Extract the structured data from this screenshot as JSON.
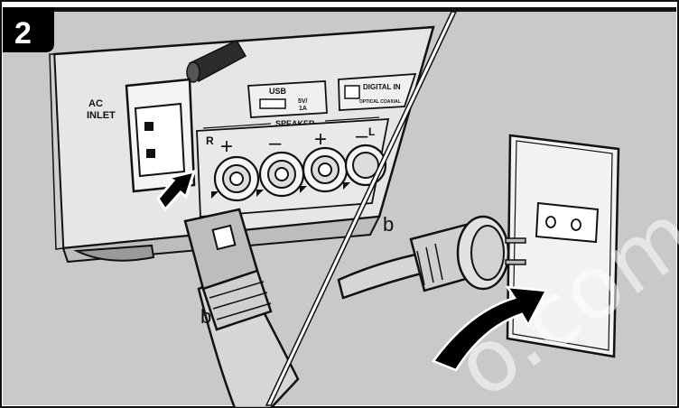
{
  "step": {
    "number": "2",
    "badge_color": "#000000",
    "badge_text_color": "#ffffff"
  },
  "device_panel": {
    "ac_inlet_label_line1": "AC",
    "ac_inlet_label_line2": "INLET",
    "usb_label": "USB",
    "usb_rating_line1": "5V/",
    "usb_rating_line2": "1A",
    "digital_in_label": "DIGITAL IN",
    "digital_in_sub": "OPTICAL  COAXIAL",
    "speaker_label": "SPEAKER",
    "channel_r": "R",
    "channel_l": "L",
    "plus": "+",
    "minus": "–"
  },
  "cable_labels": {
    "left": "b",
    "right": "b"
  },
  "watermark": "o.com",
  "colors": {
    "background_gray": "#c9c9c9",
    "panel_light": "#ececec",
    "outline": "#111111",
    "arrow": "#000000"
  },
  "icons": [
    "insert-arrow-icon",
    "curved-arrow-icon",
    "wall-outlet-icon",
    "power-plug-icon"
  ]
}
